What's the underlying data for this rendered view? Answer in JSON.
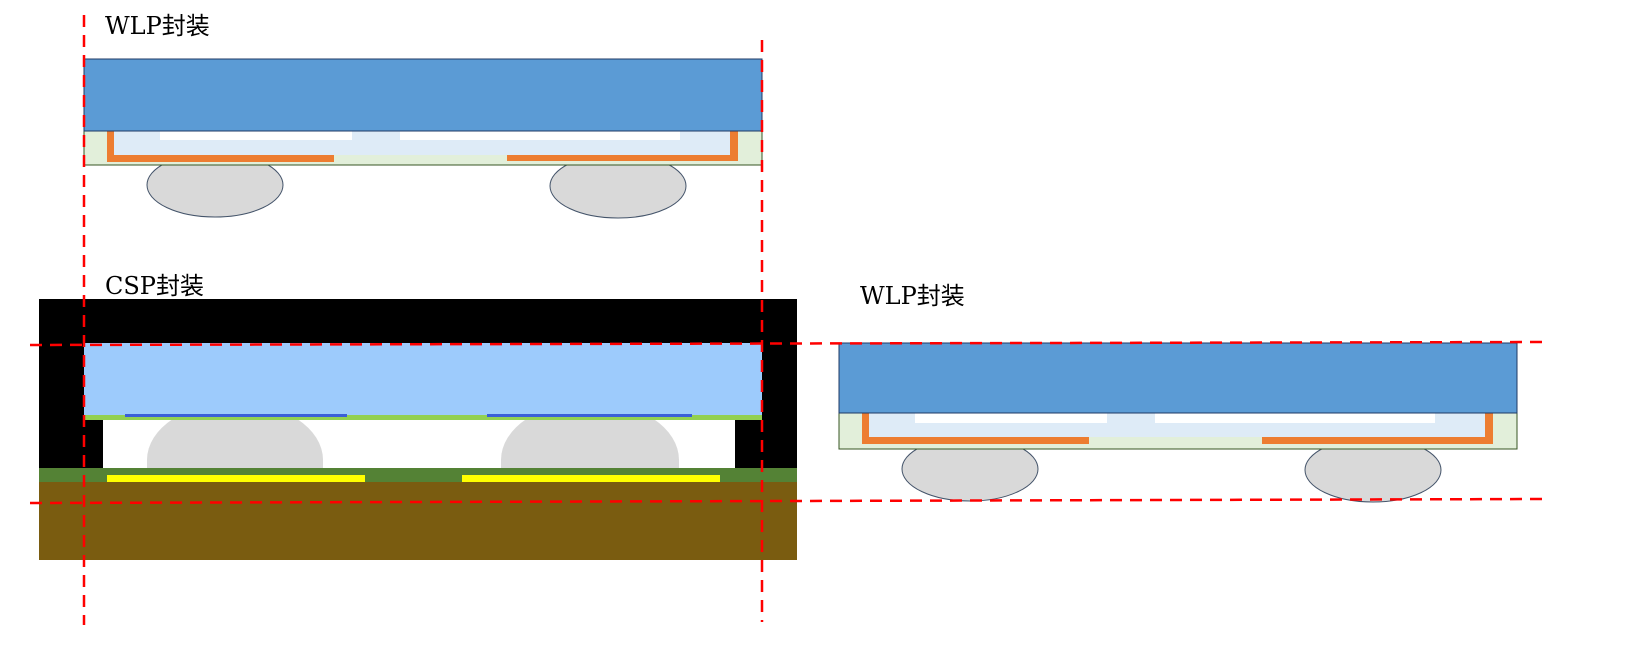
{
  "labels": {
    "wlp_top": "WLP封装",
    "csp": "CSP封装",
    "wlp_right": "WLP封装"
  },
  "colors": {
    "die_blue": "#5b9bd5",
    "csp_die": "#9dcbfc",
    "passivation": "#e2efda",
    "inner_layer": "#deebf7",
    "rdl_orange": "#ed7d31",
    "solder_ball": "#d9d9d9",
    "mold_black": "#000000",
    "substrate_green": "#548235",
    "pad_yellow": "#ffff00",
    "pcb_brown": "#7a5c10",
    "guide_red": "#ff0000"
  }
}
